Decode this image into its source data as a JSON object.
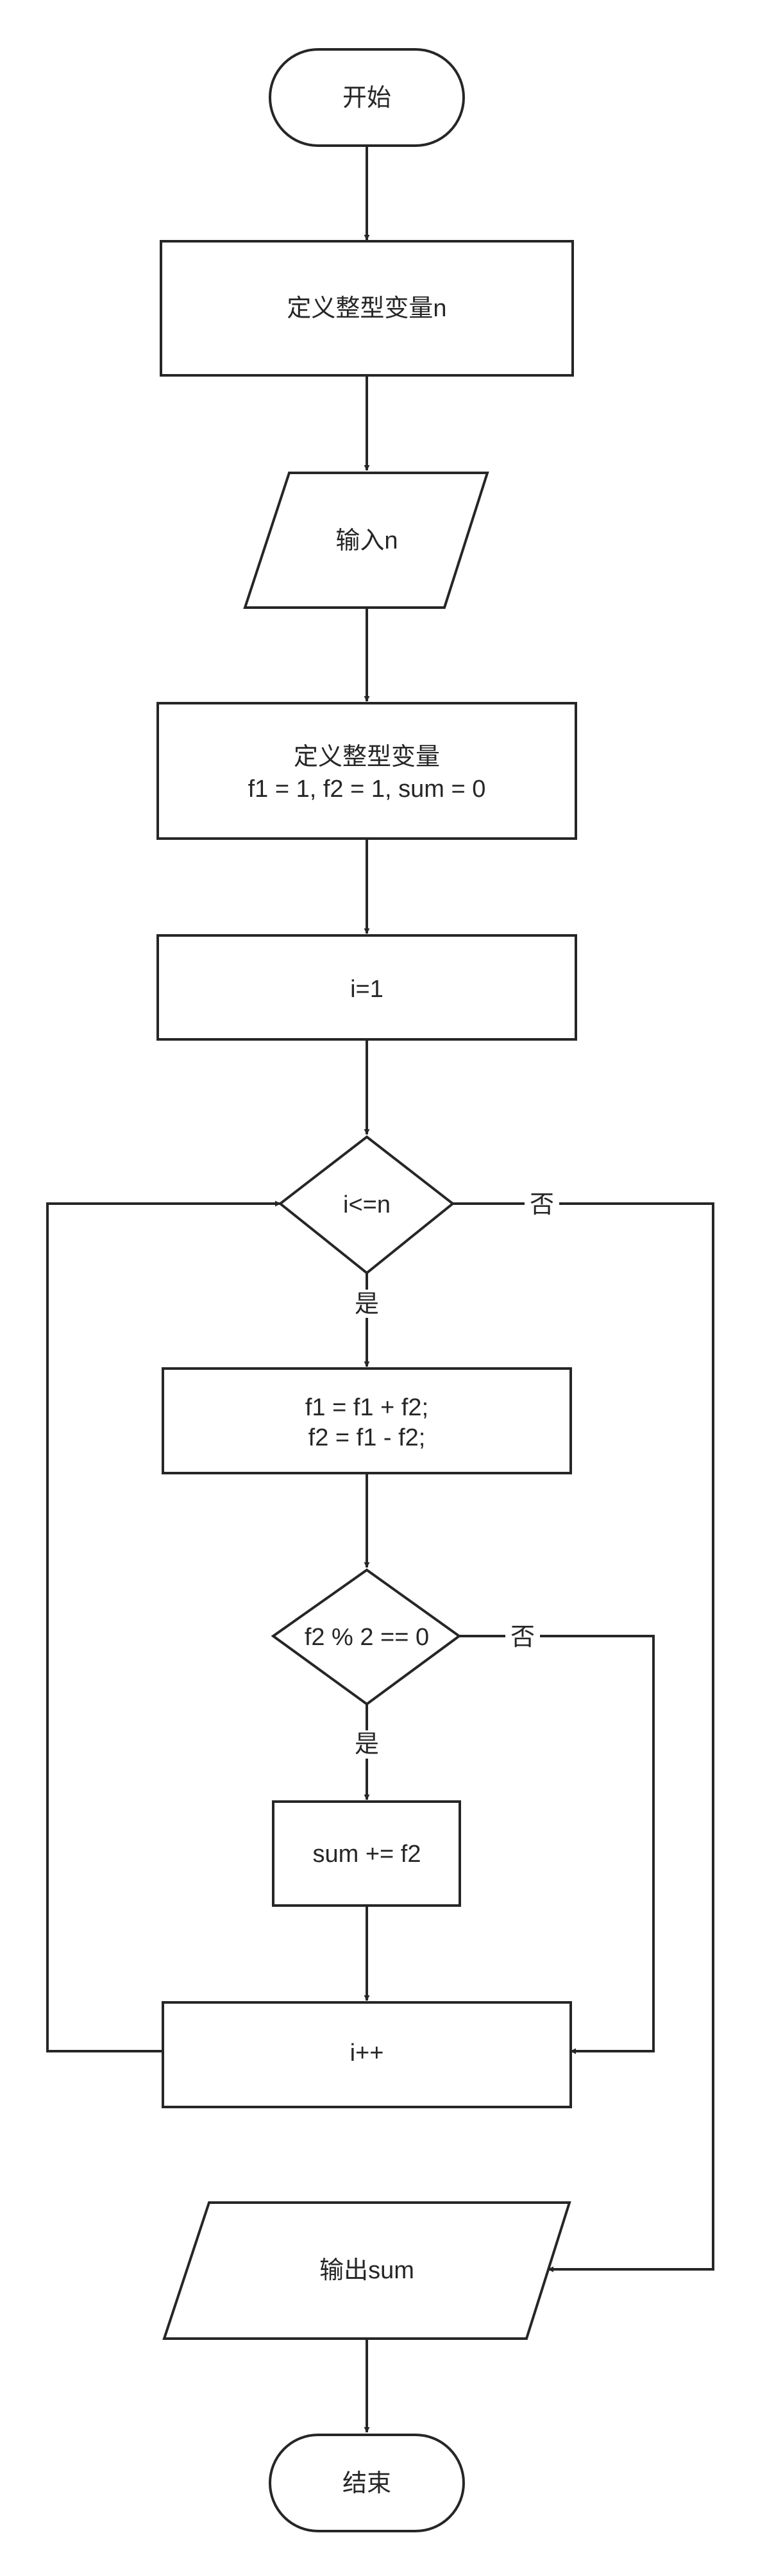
{
  "nodes": {
    "start": "开始",
    "define_n": "定义整型变量n",
    "input_n": "输入n",
    "define_vars_line1": "定义整型变量",
    "define_vars_line2": "f1 = 1, f2 = 1, sum = 0",
    "init_i": "i=1",
    "cond_i": "i<=n",
    "update_line1": "f1 = f1 + f2;",
    "update_line2": "f2 = f1 - f2;",
    "cond_even": "f2 % 2 == 0",
    "add_sum": "sum += f2",
    "increment": "i++",
    "output_sum": "输出sum",
    "end": "结束"
  },
  "edge_labels": {
    "yes": "是",
    "no": "否"
  }
}
